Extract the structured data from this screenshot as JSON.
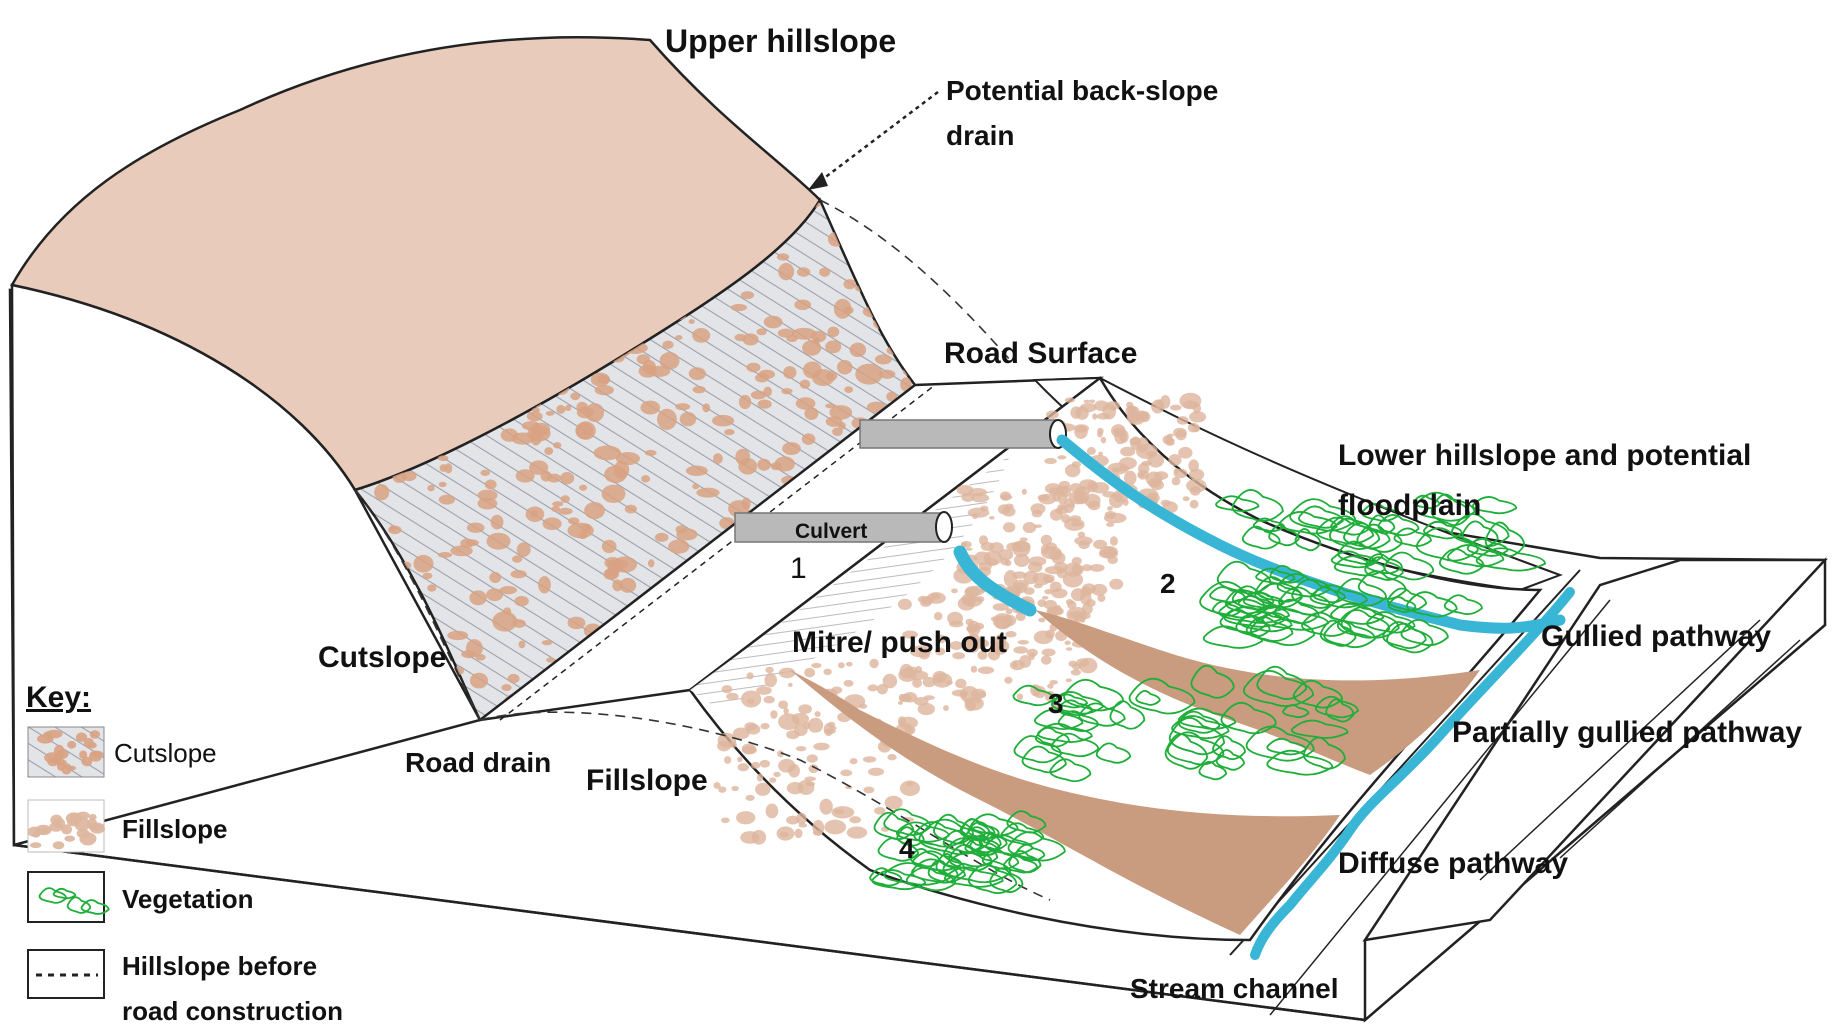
{
  "labels": {
    "upper_hillslope": "Upper hillslope",
    "backslope_drain_line1": "Potential back-slope",
    "backslope_drain_line2": "drain",
    "road_surface": "Road Surface",
    "lower_hillslope_line1": "Lower hillslope and potential",
    "lower_hillslope_line2": "floodplain",
    "culvert": "Culvert",
    "pathway_1": "1",
    "pathway_2": "2",
    "pathway_3": "3",
    "pathway_4": "4",
    "gullied_pathway": "Gullied pathway",
    "mitre_push_out": "Mitre/ push out",
    "partially_gullied_pathway": "Partially gullied pathway",
    "cutslope": "Cutslope",
    "road_drain": "Road drain",
    "fillslope": "Fillslope",
    "diffuse_pathway": "Diffuse pathway",
    "stream_channel": "Stream channel"
  },
  "key": {
    "title": "Key:",
    "items": [
      {
        "label": "Cutslope",
        "icon": "cutslope-swatch"
      },
      {
        "label": "Fillslope",
        "icon": "fillslope-swatch"
      },
      {
        "label": "Vegetation",
        "icon": "vegetation-swatch"
      },
      {
        "label_line1": "Hillslope before",
        "label_line2": "road construction",
        "icon": "dashed-line-swatch"
      }
    ]
  },
  "colors": {
    "upper_hillslope": "#e9cbbb",
    "cutslope_hatch": "#bfc2c8",
    "cutslope_blotch": "#d8a283",
    "fillslope_blotch": "#ddb59d",
    "sediment_fan": "#c99c7f",
    "water": "#39b6d6",
    "vegetation": "#1fae3a",
    "culvert": "#b9b9b9",
    "outline": "#222222"
  }
}
